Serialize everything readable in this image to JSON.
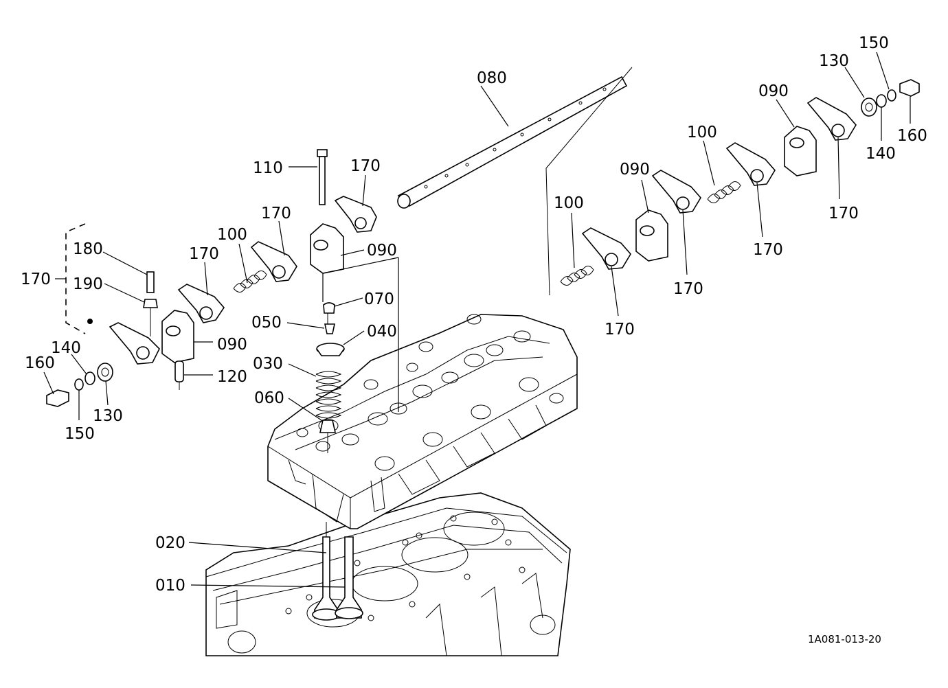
{
  "figure_id": "1A081-013-20",
  "callouts": {
    "p010": "010",
    "p020": "020",
    "p030": "030",
    "p040": "040",
    "p050": "050",
    "p060": "060",
    "p070": "070",
    "p080": "080",
    "p090": "090",
    "p100": "100",
    "p110": "110",
    "p120": "120",
    "p130": "130",
    "p140": "140",
    "p150": "150",
    "p160": "160",
    "p170": "170",
    "p180": "180",
    "p190": "190"
  }
}
